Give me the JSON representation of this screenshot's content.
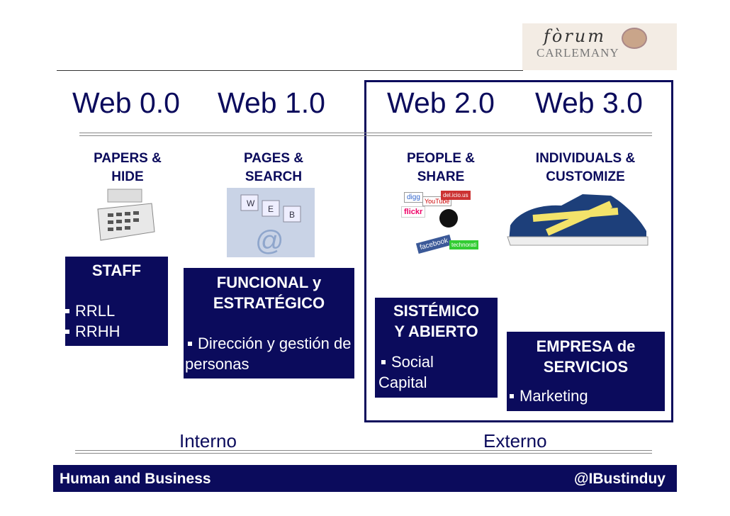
{
  "logo": {
    "line1": "fòrum",
    "line2": "CARLEMANY"
  },
  "columns": [
    {
      "title": "Web 0.0",
      "subtitle_line1": "PAPERS &",
      "subtitle_line2": "HIDE",
      "image": "calculator",
      "box": {
        "heading_line1": "STAFF",
        "heading_line2": "",
        "bullets": [
          "RRLL",
          "RRHH"
        ]
      }
    },
    {
      "title": "Web 1.0",
      "subtitle_line1": "PAGES &",
      "subtitle_line2": "SEARCH",
      "image": "web-keys",
      "box": {
        "heading_line1": "FUNCIONAL y",
        "heading_line2": "ESTRATÉGICO",
        "bullets": [
          "Dirección y gestión de personas"
        ]
      }
    },
    {
      "title": "Web 2.0",
      "subtitle_line1": "PEOPLE &",
      "subtitle_line2": "SHARE",
      "image": "social-logos",
      "box": {
        "heading_line1": "SISTÉMICO",
        "heading_line2": "Y ABIERTO",
        "bullets": [
          "Social Capital"
        ]
      }
    },
    {
      "title": "Web 3.0",
      "subtitle_line1": "INDIVIDUALS &",
      "subtitle_line2": "CUSTOMIZE",
      "image": "sneaker",
      "box": {
        "heading_line1": "EMPRESA de",
        "heading_line2": "SERVICIOS",
        "bullets": [
          "Marketing"
        ]
      }
    }
  ],
  "social_tags": [
    "digg",
    "flickr",
    "facebook",
    "YouTube",
    "del.icio.us",
    "technorati"
  ],
  "scope": {
    "internal": "Interno",
    "external": "Externo"
  },
  "footer": {
    "left": "Human and Business",
    "right": "@IBustinduy"
  },
  "colors": {
    "navy": "#0b0b5c"
  }
}
